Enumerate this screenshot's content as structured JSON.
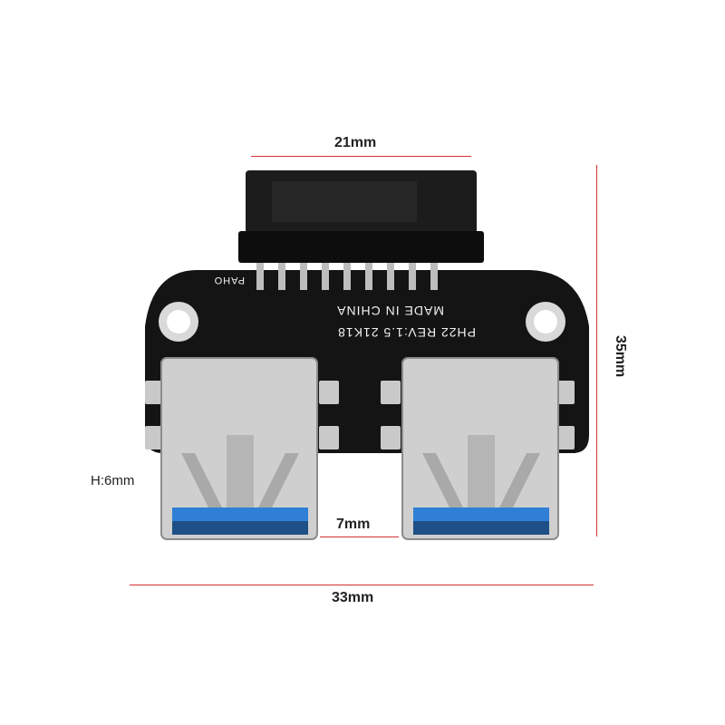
{
  "dimensions": {
    "top_width": "21mm",
    "height": "35mm",
    "bottom_width": "33mm",
    "port_height": "H:6mm",
    "port_gap": "7mm"
  },
  "board_text": {
    "brand": "PAHO",
    "made_in": "MADE IN CHINA",
    "revision": "PH22  REV:1.5  21K18"
  },
  "colors": {
    "pcb": "#141414",
    "dimension_line": "#d63030",
    "usb_insert": "#2f7fd6",
    "metal": "#cfcfcf"
  }
}
